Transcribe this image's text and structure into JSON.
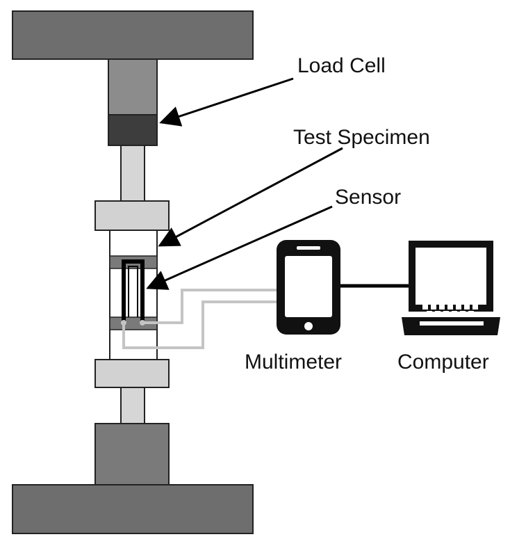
{
  "labels": {
    "load_cell": "Load Cell",
    "test_specimen": "Test Specimen",
    "sensor": "Sensor",
    "multimeter": "Multimeter",
    "computer": "Computer"
  },
  "colors": {
    "frame": "#6e6e6e",
    "load_cell": "#3d3d3d",
    "load_cell_body": "#8c8c8c",
    "rod": "#d6d6d6",
    "grip": "#d2d2d2",
    "band": "#7a7a7a",
    "wire": "#c4c4c4",
    "device": "#111111"
  },
  "icons": [
    "multimeter-icon",
    "laptop-icon"
  ]
}
